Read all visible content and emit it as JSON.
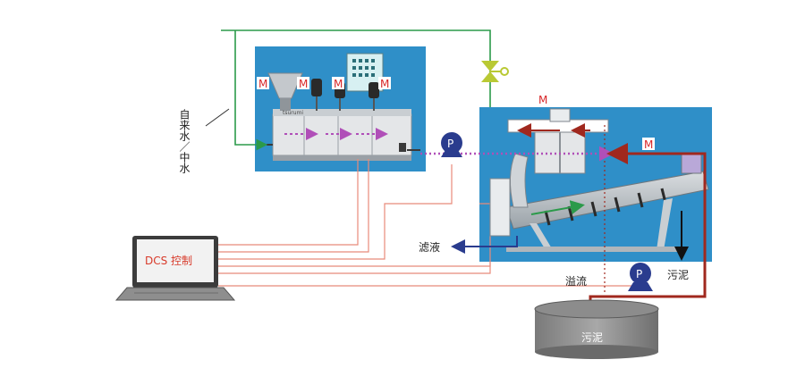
{
  "labels": {
    "water_source": "自来水／中水",
    "dcs_control": "DCS 控制",
    "filtrate": "滤液",
    "overflow": "溢流",
    "sludge_out": "污泥",
    "sludge_tank": "污泥",
    "pump_symbol": "P",
    "motor_symbol": "M",
    "brand": "tsurumi"
  },
  "colors": {
    "panel_blue": "#2f8fc8",
    "water_green": "#2b9a4a",
    "sludge_red": "#a0281e",
    "signal_line": "#e88a7a",
    "flow_purple": "#b04fb8",
    "pump_navy": "#2a3c8e",
    "motor_red": "#d8282a"
  }
}
